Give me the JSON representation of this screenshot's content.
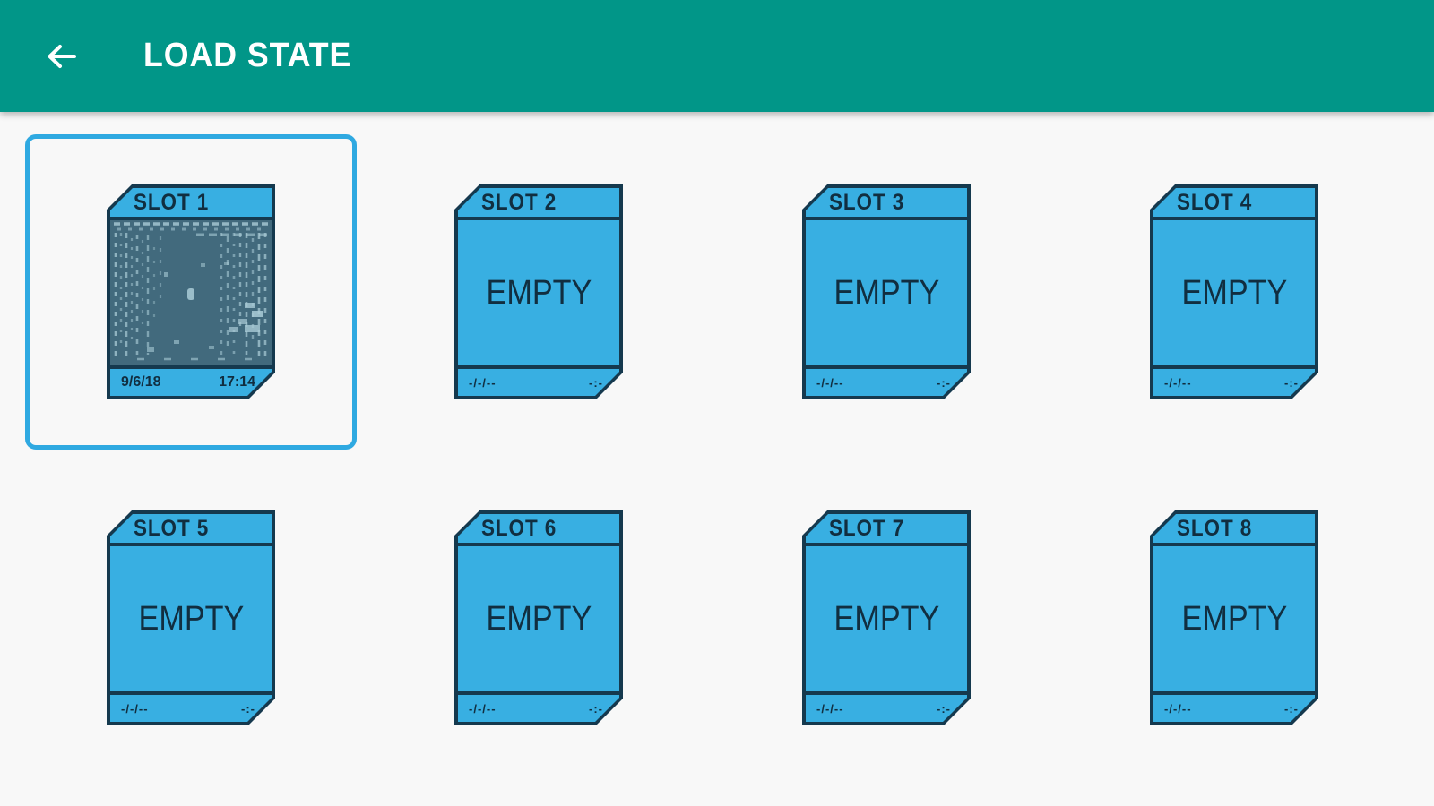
{
  "app_bar": {
    "title": "LOAD STATE",
    "background_color": "#019688",
    "back_icon": "arrow-left"
  },
  "colors": {
    "page_background": "#f8f8f8",
    "card_fill": "#38afe2",
    "card_border": "#15394e",
    "card_text": "#112e40",
    "selection_outline": "#2fa9e1",
    "thumbnail_background": "#426a7d",
    "thumbnail_speckle": "#a9cbd6"
  },
  "slots": [
    {
      "title": "SLOT 1",
      "state": "saved",
      "selected": true,
      "body": "",
      "date": "9/6/18",
      "time": "17:14"
    },
    {
      "title": "SLOT 2",
      "state": "empty",
      "selected": false,
      "body": "EMPTY",
      "date": "-/-/--",
      "time": "-:-"
    },
    {
      "title": "SLOT 3",
      "state": "empty",
      "selected": false,
      "body": "EMPTY",
      "date": "-/-/--",
      "time": "-:-"
    },
    {
      "title": "SLOT 4",
      "state": "empty",
      "selected": false,
      "body": "EMPTY",
      "date": "-/-/--",
      "time": "-:-"
    },
    {
      "title": "SLOT 5",
      "state": "empty",
      "selected": false,
      "body": "EMPTY",
      "date": "-/-/--",
      "time": "-:-"
    },
    {
      "title": "SLOT 6",
      "state": "empty",
      "selected": false,
      "body": "EMPTY",
      "date": "-/-/--",
      "time": "-:-"
    },
    {
      "title": "SLOT 7",
      "state": "empty",
      "selected": false,
      "body": "EMPTY",
      "date": "-/-/--",
      "time": "-:-"
    },
    {
      "title": "SLOT 8",
      "state": "empty",
      "selected": false,
      "body": "EMPTY",
      "date": "-/-/--",
      "time": "-:-"
    }
  ]
}
